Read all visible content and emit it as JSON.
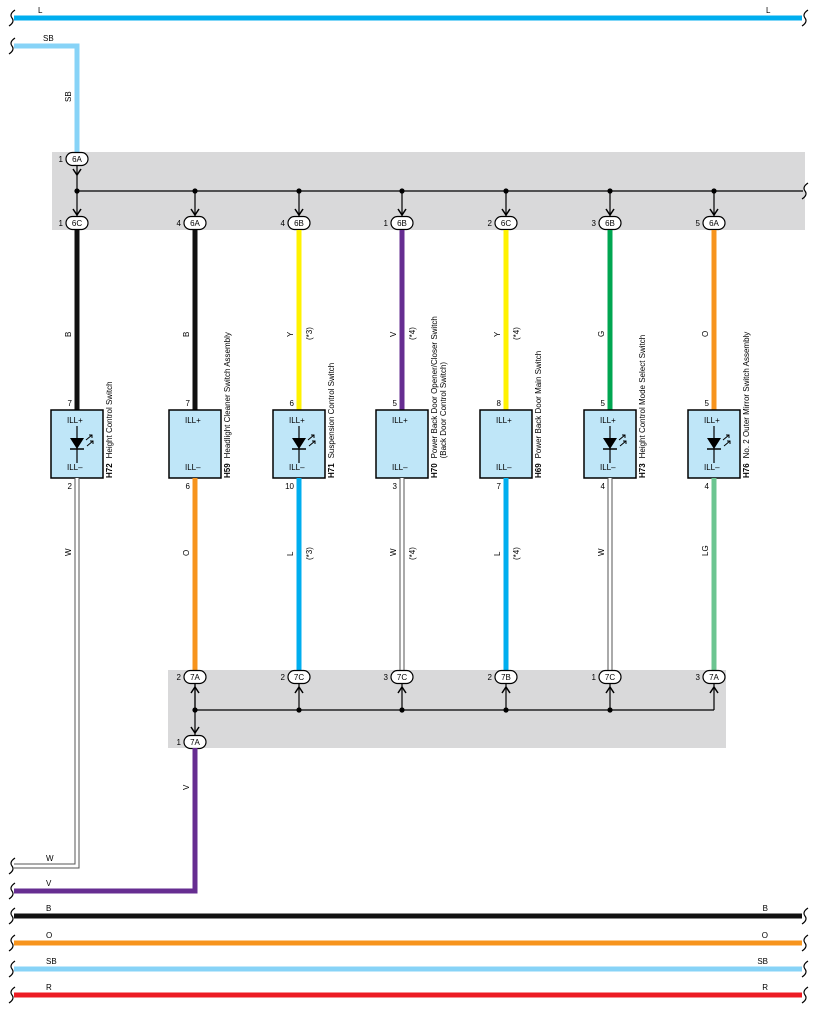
{
  "colors": {
    "L": "#00aeef",
    "SB": "#87d3f7",
    "B": "#111111",
    "O": "#f7941d",
    "R": "#ed1c24",
    "V": "#662d91",
    "Y": "#fff200",
    "G": "#00a651",
    "LG": "#6cc591",
    "W": "#ffffff",
    "junction_box": "#d9d9da",
    "switch_box": "#bfe6f8"
  },
  "top_buses": [
    {
      "id": "L",
      "left_label": "L",
      "right_label": "L"
    }
  ],
  "sb_feed": {
    "label_top": "SB",
    "label_vertical": "SB"
  },
  "upper_junction": {
    "input": {
      "pin": "1",
      "connector": "6A"
    },
    "outputs": [
      {
        "pin": "1",
        "connector": "6C"
      },
      {
        "pin": "4",
        "connector": "6A"
      },
      {
        "pin": "4",
        "connector": "6B"
      },
      {
        "pin": "1",
        "connector": "6B"
      },
      {
        "pin": "2",
        "connector": "6C"
      },
      {
        "pin": "3",
        "connector": "6B"
      },
      {
        "pin": "5",
        "connector": "6A"
      }
    ]
  },
  "switches": [
    {
      "code": "H72",
      "name": "Height Control Switch",
      "name2": "",
      "pin_top": "7",
      "pin_bottom": "2",
      "top_wire": "B",
      "top_note": "",
      "bottom_wire": "W",
      "bottom_note": "",
      "pin_plus": "ILL+",
      "pin_minus": "ILL–",
      "led": true
    },
    {
      "code": "H59",
      "name": "Headlight Cleaner Switch Assembly",
      "name2": "",
      "pin_top": "7",
      "pin_bottom": "6",
      "top_wire": "B",
      "top_note": "",
      "bottom_wire": "O",
      "bottom_note": "",
      "pin_plus": "ILL+",
      "pin_minus": "ILL–",
      "led": false
    },
    {
      "code": "H71",
      "name": "Suspension Control Switch",
      "name2": "",
      "pin_top": "6",
      "pin_bottom": "10",
      "top_wire": "Y",
      "top_note": "(*3)",
      "bottom_wire": "L",
      "bottom_note": "(*3)",
      "pin_plus": "ILL+",
      "pin_minus": "ILL–",
      "led": true
    },
    {
      "code": "H70",
      "name": "Power Back Door Opener/Closer Switch",
      "name2": "(Back Door Control Switch)",
      "pin_top": "5",
      "pin_bottom": "3",
      "top_wire": "V",
      "top_note": "(*4)",
      "bottom_wire": "W",
      "bottom_note": "(*4)",
      "pin_plus": "ILL+",
      "pin_minus": "ILL–",
      "led": false
    },
    {
      "code": "H69",
      "name": "Power Back Door Main Switch",
      "name2": "",
      "pin_top": "8",
      "pin_bottom": "7",
      "top_wire": "Y",
      "top_note": "(*4)",
      "bottom_wire": "L",
      "bottom_note": "(*4)",
      "pin_plus": "ILL+",
      "pin_minus": "ILL–",
      "led": false
    },
    {
      "code": "H73",
      "name": "Height Control Mode Select Switch",
      "name2": "",
      "pin_top": "5",
      "pin_bottom": "4",
      "top_wire": "G",
      "top_note": "",
      "bottom_wire": "W",
      "bottom_note": "",
      "pin_plus": "ILL+",
      "pin_minus": "ILL–",
      "led": true
    },
    {
      "code": "H76",
      "name": "No. 2 Outer Mirror Switch Assembly",
      "name2": "",
      "pin_top": "5",
      "pin_bottom": "4",
      "top_wire": "O",
      "top_note": "",
      "bottom_wire": "LG",
      "bottom_note": "",
      "pin_plus": "ILL+",
      "pin_minus": "ILL–",
      "led": true
    }
  ],
  "lower_junction": {
    "inputs": [
      {
        "pin": "2",
        "connector": "7A"
      },
      {
        "pin": "2",
        "connector": "7C"
      },
      {
        "pin": "3",
        "connector": "7C"
      },
      {
        "pin": "2",
        "connector": "7B"
      },
      {
        "pin": "1",
        "connector": "7C"
      },
      {
        "pin": "3",
        "connector": "7A"
      }
    ],
    "output": {
      "pin": "1",
      "connector": "7A"
    },
    "output_wire": "V"
  },
  "bottom_buses": [
    {
      "id": "W",
      "left_label": "W",
      "right_label": ""
    },
    {
      "id": "V",
      "left_label": "V",
      "right_label": ""
    },
    {
      "id": "B",
      "left_label": "B",
      "right_label": "B"
    },
    {
      "id": "O",
      "left_label": "O",
      "right_label": "O"
    },
    {
      "id": "SB",
      "left_label": "SB",
      "right_label": "SB"
    },
    {
      "id": "R",
      "left_label": "R",
      "right_label": "R"
    }
  ]
}
